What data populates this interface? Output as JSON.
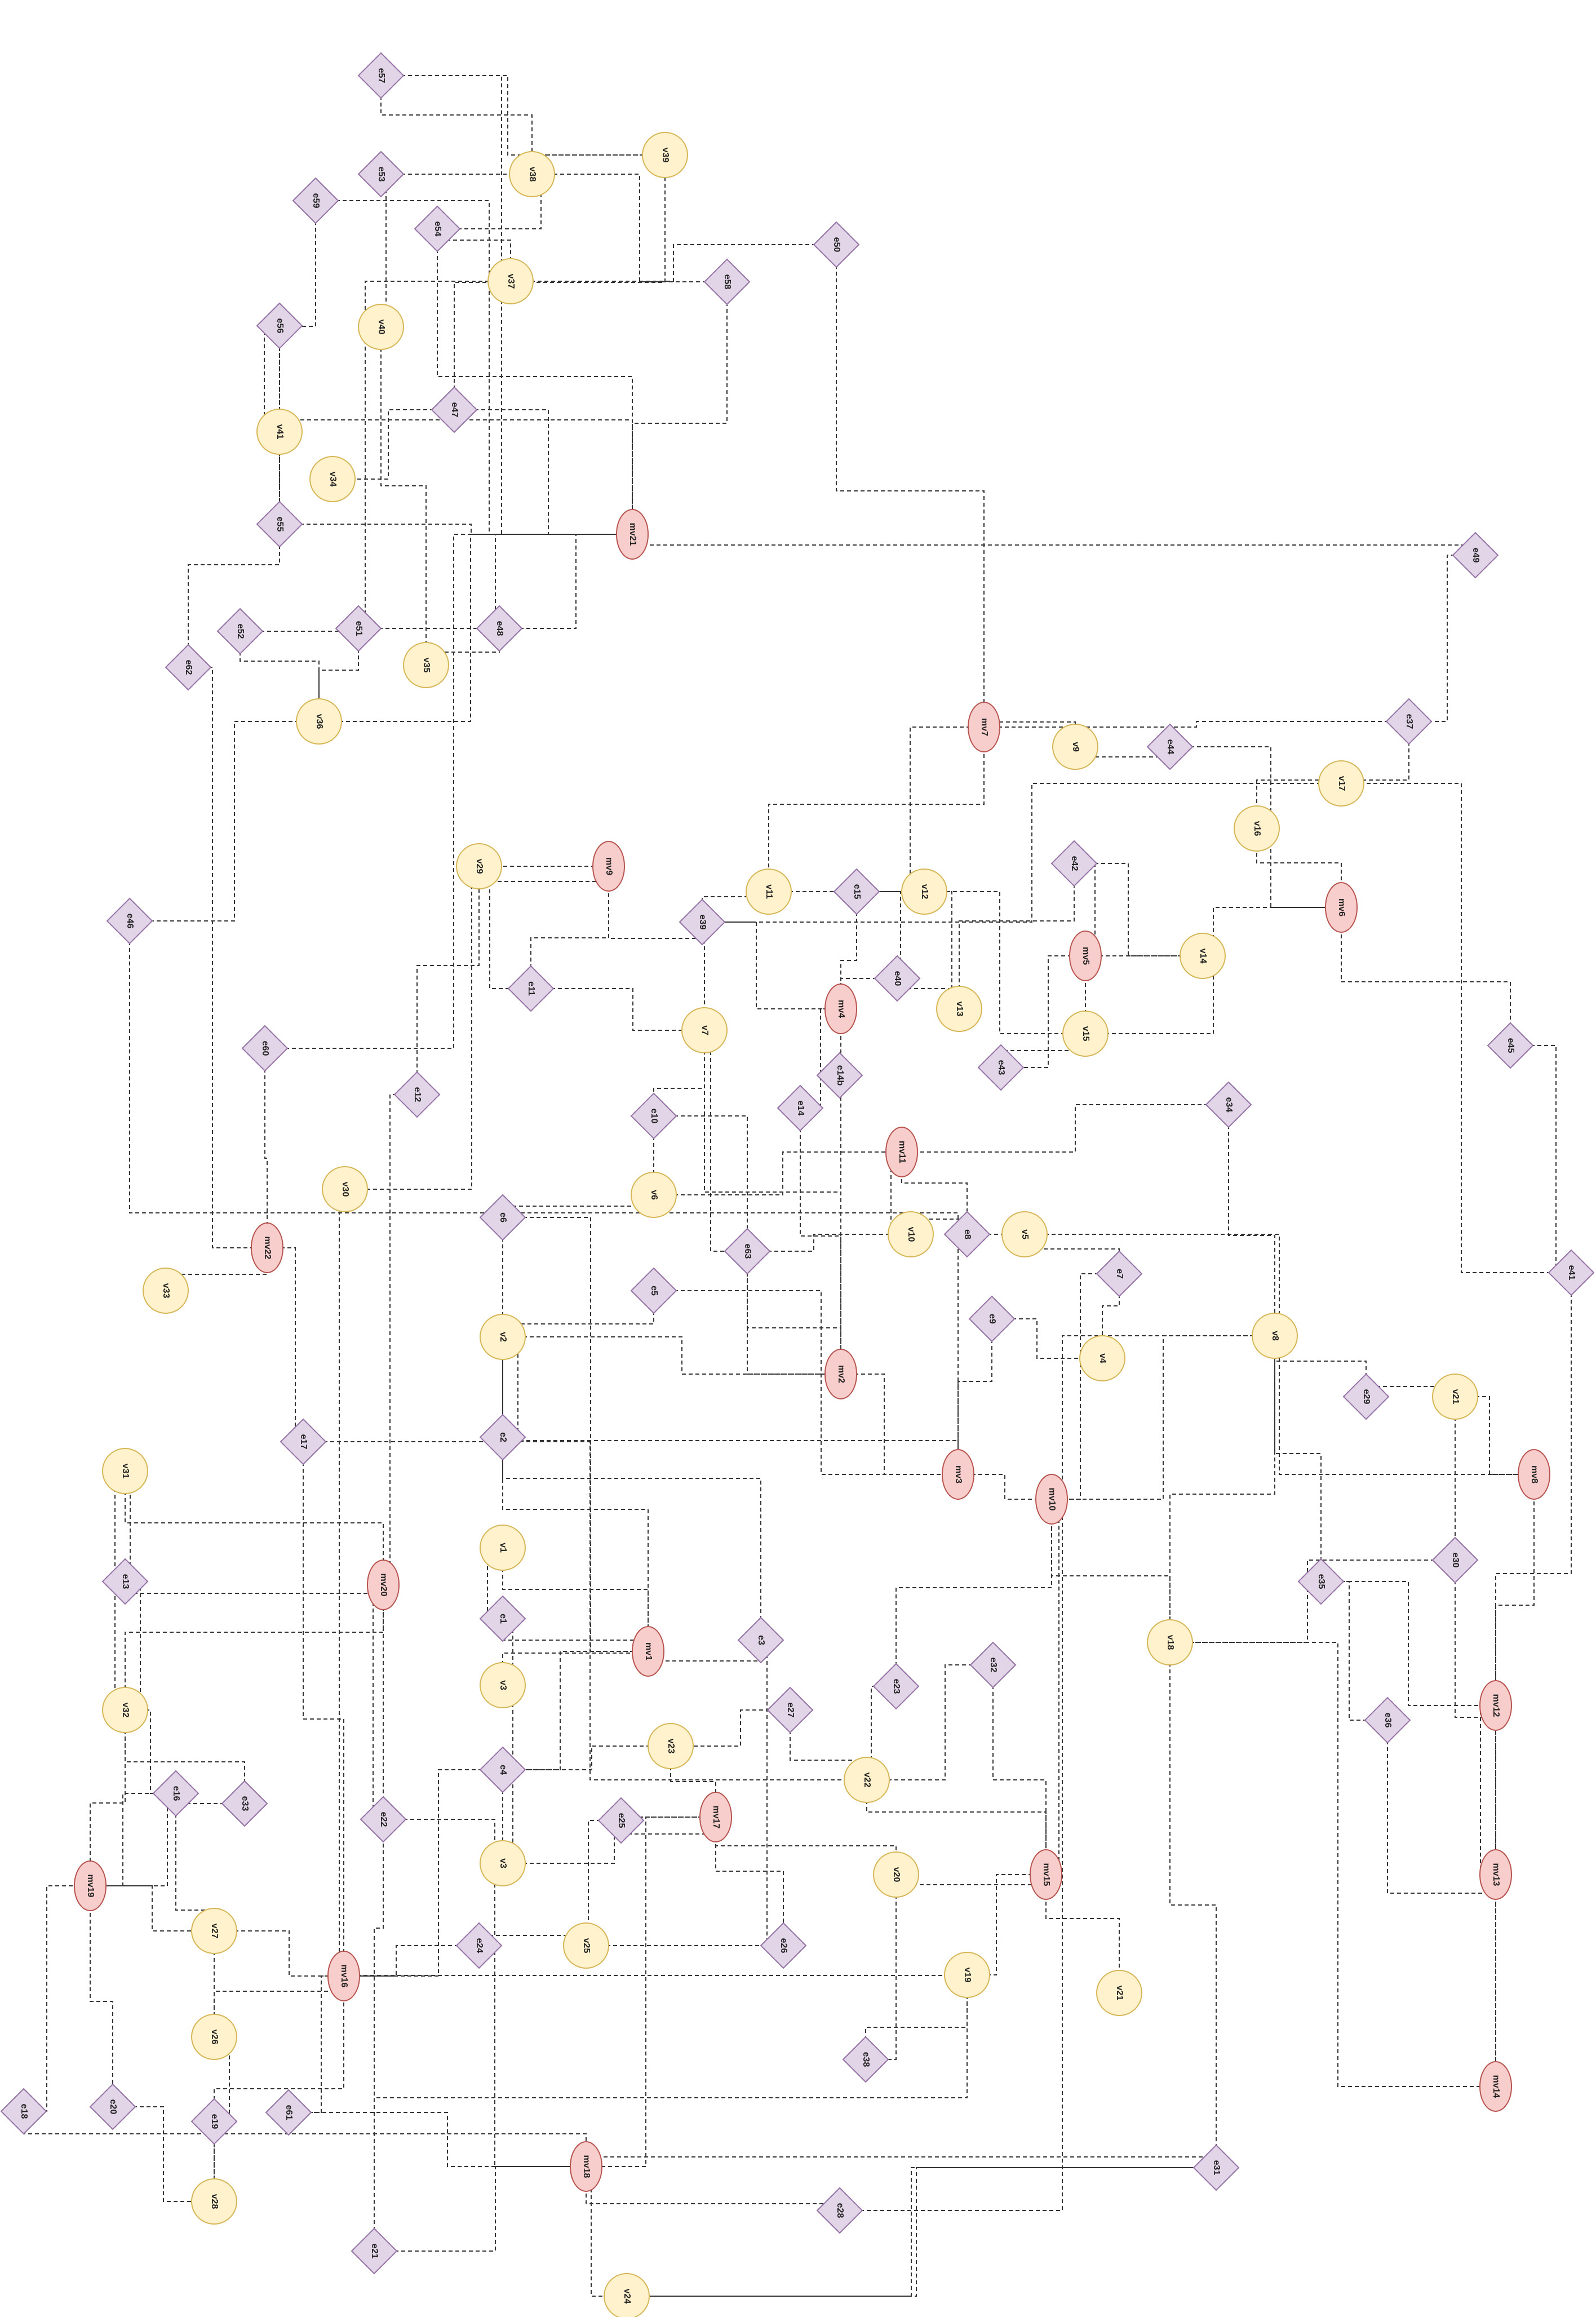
{
  "colors": {
    "var_fill": "#fff2cc",
    "var_stroke": "#d6b656",
    "mvar_fill": "#f8cecc",
    "mvar_stroke": "#b85450",
    "edge_fill": "#e1d5e7",
    "edge_stroke": "#9673a6",
    "line": "#333333"
  },
  "nodes": [
    {
      "id": "e57",
      "type": "edge"
    },
    {
      "id": "v39",
      "type": "var"
    },
    {
      "id": "v38",
      "type": "var"
    },
    {
      "id": "e53",
      "type": "edge"
    },
    {
      "id": "e59",
      "type": "edge"
    },
    {
      "id": "e54",
      "type": "edge"
    },
    {
      "id": "e50",
      "type": "edge"
    },
    {
      "id": "v37",
      "type": "var"
    },
    {
      "id": "e58",
      "type": "edge"
    },
    {
      "id": "e56",
      "type": "edge"
    },
    {
      "id": "v40",
      "type": "var"
    },
    {
      "id": "e47",
      "type": "edge"
    },
    {
      "id": "v41",
      "type": "var"
    },
    {
      "id": "v34",
      "type": "var"
    },
    {
      "id": "e55",
      "type": "edge"
    },
    {
      "id": "mv21",
      "type": "mvar"
    },
    {
      "id": "e49",
      "type": "edge"
    },
    {
      "id": "e52",
      "type": "edge"
    },
    {
      "id": "e51",
      "type": "edge"
    },
    {
      "id": "e48",
      "type": "edge"
    },
    {
      "id": "e62",
      "type": "edge"
    },
    {
      "id": "v35",
      "type": "var"
    },
    {
      "id": "v36",
      "type": "var"
    },
    {
      "id": "mv7",
      "type": "mvar"
    },
    {
      "id": "v9",
      "type": "var"
    },
    {
      "id": "e44",
      "type": "edge"
    },
    {
      "id": "e37",
      "type": "edge"
    },
    {
      "id": "v17",
      "type": "var"
    },
    {
      "id": "v16",
      "type": "var"
    },
    {
      "id": "v29",
      "type": "var"
    },
    {
      "id": "mv9",
      "type": "mvar"
    },
    {
      "id": "v11",
      "type": "var"
    },
    {
      "id": "e15",
      "type": "edge"
    },
    {
      "id": "v12",
      "type": "var"
    },
    {
      "id": "e42",
      "type": "edge"
    },
    {
      "id": "mv6",
      "type": "mvar"
    },
    {
      "id": "e46",
      "type": "edge"
    },
    {
      "id": "e39",
      "type": "edge"
    },
    {
      "id": "mv5",
      "type": "mvar"
    },
    {
      "id": "v14",
      "type": "var"
    },
    {
      "id": "e11",
      "type": "edge"
    },
    {
      "id": "e40",
      "type": "edge"
    },
    {
      "id": "mv4",
      "type": "mvar"
    },
    {
      "id": "v13",
      "type": "var"
    },
    {
      "id": "v7",
      "type": "var"
    },
    {
      "id": "v15",
      "type": "var"
    },
    {
      "id": "e60",
      "type": "edge"
    },
    {
      "id": "e45",
      "type": "edge"
    },
    {
      "id": "e43",
      "type": "edge"
    },
    {
      "id": "e12",
      "type": "edge"
    },
    {
      "id": "e14",
      "type": "edge"
    },
    {
      "id": "e10",
      "type": "edge"
    },
    {
      "id": "e14b",
      "type": "edge"
    },
    {
      "id": "e34",
      "type": "edge"
    },
    {
      "id": "mv11",
      "type": "mvar"
    },
    {
      "id": "v30",
      "type": "var"
    },
    {
      "id": "v6",
      "type": "var"
    },
    {
      "id": "e6",
      "type": "edge"
    },
    {
      "id": "v10",
      "type": "var"
    },
    {
      "id": "e8",
      "type": "edge"
    },
    {
      "id": "v5",
      "type": "var"
    },
    {
      "id": "mv22",
      "type": "mvar"
    },
    {
      "id": "e63",
      "type": "edge"
    },
    {
      "id": "e7",
      "type": "edge"
    },
    {
      "id": "e41",
      "type": "edge"
    },
    {
      "id": "v33",
      "type": "var"
    },
    {
      "id": "e5",
      "type": "edge"
    },
    {
      "id": "e9",
      "type": "edge"
    },
    {
      "id": "v4",
      "type": "var"
    },
    {
      "id": "v8",
      "type": "var"
    },
    {
      "id": "v2",
      "type": "var"
    },
    {
      "id": "mv2",
      "type": "mvar"
    },
    {
      "id": "e29",
      "type": "edge"
    },
    {
      "id": "v21a",
      "type": "var",
      "label": "v21"
    },
    {
      "id": "e17",
      "type": "edge"
    },
    {
      "id": "e2",
      "type": "edge"
    },
    {
      "id": "v31",
      "type": "var"
    },
    {
      "id": "mv3",
      "type": "mvar"
    },
    {
      "id": "mv10",
      "type": "mvar"
    },
    {
      "id": "mv8",
      "type": "mvar"
    },
    {
      "id": "v1",
      "type": "var"
    },
    {
      "id": "e30",
      "type": "edge"
    },
    {
      "id": "e13",
      "type": "edge"
    },
    {
      "id": "mv20",
      "type": "mvar"
    },
    {
      "id": "e35",
      "type": "edge"
    },
    {
      "id": "e1",
      "type": "edge"
    },
    {
      "id": "mv1",
      "type": "mvar"
    },
    {
      "id": "e3",
      "type": "edge"
    },
    {
      "id": "v18",
      "type": "var"
    },
    {
      "id": "e32",
      "type": "edge"
    },
    {
      "id": "v3b",
      "type": "var",
      "label": "v3"
    },
    {
      "id": "e23",
      "type": "edge"
    },
    {
      "id": "v32",
      "type": "var"
    },
    {
      "id": "e27",
      "type": "edge"
    },
    {
      "id": "mv12",
      "type": "mvar"
    },
    {
      "id": "e36",
      "type": "edge"
    },
    {
      "id": "v23",
      "type": "var"
    },
    {
      "id": "e4",
      "type": "edge"
    },
    {
      "id": "v22",
      "type": "var"
    },
    {
      "id": "e16",
      "type": "edge"
    },
    {
      "id": "e33",
      "type": "edge"
    },
    {
      "id": "e22",
      "type": "edge"
    },
    {
      "id": "e25",
      "type": "edge"
    },
    {
      "id": "mv17",
      "type": "mvar"
    },
    {
      "id": "v3",
      "type": "var"
    },
    {
      "id": "v20",
      "type": "var"
    },
    {
      "id": "mv15",
      "type": "mvar"
    },
    {
      "id": "mv13",
      "type": "mvar"
    },
    {
      "id": "mv19",
      "type": "mvar"
    },
    {
      "id": "v27",
      "type": "var"
    },
    {
      "id": "e24",
      "type": "edge"
    },
    {
      "id": "v25",
      "type": "var"
    },
    {
      "id": "e26",
      "type": "edge"
    },
    {
      "id": "mv16",
      "type": "mvar"
    },
    {
      "id": "v19",
      "type": "var"
    },
    {
      "id": "v21",
      "type": "var"
    },
    {
      "id": "v26",
      "type": "var"
    },
    {
      "id": "e38",
      "type": "edge"
    },
    {
      "id": "e18",
      "type": "edge"
    },
    {
      "id": "e20",
      "type": "edge"
    },
    {
      "id": "e19",
      "type": "edge"
    },
    {
      "id": "e61",
      "type": "edge"
    },
    {
      "id": "mv14",
      "type": "mvar"
    },
    {
      "id": "mv18",
      "type": "mvar"
    },
    {
      "id": "e31",
      "type": "edge"
    },
    {
      "id": "v28",
      "type": "var"
    },
    {
      "id": "e28",
      "type": "edge"
    },
    {
      "id": "e21",
      "type": "edge"
    },
    {
      "id": "v24",
      "type": "var"
    }
  ]
}
